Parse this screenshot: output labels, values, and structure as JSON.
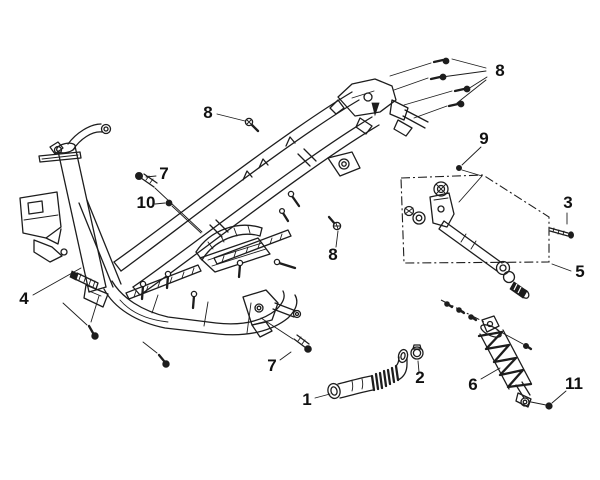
{
  "figure": {
    "type": "exploded-parts-line-diagram",
    "colors": {
      "background": "#ffffff",
      "ink": "#1d1d1d"
    }
  },
  "callouts": [
    {
      "label": "1"
    },
    {
      "label": "2"
    },
    {
      "label": "3"
    },
    {
      "label": "4"
    },
    {
      "label": "5"
    },
    {
      "label": "6"
    },
    {
      "label": "7"
    },
    {
      "label": "7"
    },
    {
      "label": "8"
    },
    {
      "label": "8"
    },
    {
      "label": "8"
    },
    {
      "label": "9"
    },
    {
      "label": "10"
    },
    {
      "label": "11"
    }
  ]
}
